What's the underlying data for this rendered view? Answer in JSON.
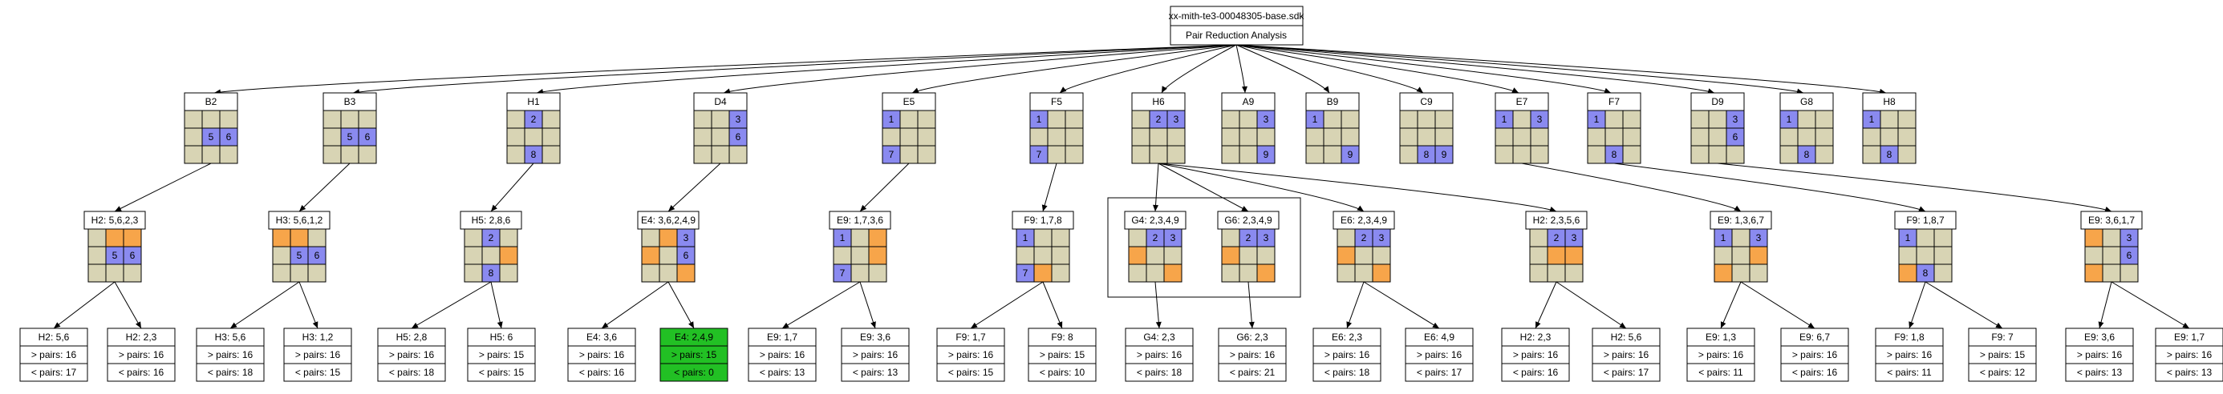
{
  "colors": {
    "cell": "#d8d4b4",
    "digit": "#8a8af0",
    "pair": "#f7a54a",
    "hit": "#22c024",
    "stroke": "#000000"
  },
  "root": {
    "title": "xx-mith-te3-00048305-base.sdk",
    "subtitle": "Pair Reduction Analysis"
  },
  "level1": [
    {
      "id": "B2",
      "label": "B2",
      "cells": [
        "",
        "",
        "",
        "",
        "5",
        "6",
        "",
        "",
        ""
      ]
    },
    {
      "id": "B3",
      "label": "B3",
      "cells": [
        "",
        "",
        "",
        "",
        "5",
        "6",
        "",
        "",
        ""
      ]
    },
    {
      "id": "H1",
      "label": "H1",
      "cells": [
        "",
        "2",
        "",
        "",
        "",
        "",
        "",
        "8",
        ""
      ]
    },
    {
      "id": "D4",
      "label": "D4",
      "cells": [
        "",
        "",
        "3",
        "",
        "",
        "6",
        "",
        "",
        ""
      ]
    },
    {
      "id": "E5",
      "label": "E5",
      "cells": [
        "1",
        "",
        "",
        "",
        "",
        "",
        "7",
        "",
        ""
      ]
    },
    {
      "id": "F5",
      "label": "F5",
      "cells": [
        "1",
        "",
        "",
        "",
        "",
        "",
        "7",
        "",
        ""
      ]
    },
    {
      "id": "H6",
      "label": "H6",
      "cells": [
        "",
        "2",
        "3",
        "",
        "",
        "",
        "",
        "",
        ""
      ]
    },
    {
      "id": "A9",
      "label": "A9",
      "cells": [
        "",
        "",
        "3",
        "",
        "",
        "",
        "",
        "",
        "9"
      ]
    },
    {
      "id": "B9",
      "label": "B9",
      "cells": [
        "1",
        "",
        "",
        "",
        "",
        "",
        "",
        "",
        "9"
      ]
    },
    {
      "id": "C9",
      "label": "C9",
      "cells": [
        "",
        "",
        "",
        "",
        "",
        "",
        "",
        "8",
        "9"
      ]
    },
    {
      "id": "E7",
      "label": "E7",
      "cells": [
        "1",
        "",
        "3",
        "",
        "",
        "",
        "",
        "",
        ""
      ]
    },
    {
      "id": "F7",
      "label": "F7",
      "cells": [
        "1",
        "",
        "",
        "",
        "",
        "",
        "",
        "8",
        ""
      ]
    },
    {
      "id": "D9",
      "label": "D9",
      "cells": [
        "",
        "",
        "3",
        "",
        "",
        "6",
        "",
        "",
        ""
      ]
    },
    {
      "id": "G8",
      "label": "G8",
      "cells": [
        "1",
        "",
        "",
        "",
        "",
        "",
        "",
        "8",
        ""
      ]
    },
    {
      "id": "H8",
      "label": "H8",
      "cells": [
        "1",
        "",
        "",
        "",
        "",
        "",
        "",
        "8",
        ""
      ]
    }
  ],
  "level2": [
    {
      "label": "H2: 5,6,2,3",
      "cells": [
        {
          "t": "",
          "c": "cell"
        },
        {
          "t": "",
          "c": "pair"
        },
        {
          "t": "",
          "c": "pair"
        },
        {
          "t": "",
          "c": "cell"
        },
        {
          "t": "5",
          "c": "digit"
        },
        {
          "t": "6",
          "c": "digit"
        },
        {
          "t": "",
          "c": "cell"
        },
        {
          "t": "",
          "c": "cell"
        },
        {
          "t": "",
          "c": "cell"
        }
      ]
    },
    {
      "label": "H3: 5,6,1,2",
      "cells": [
        {
          "t": "",
          "c": "pair"
        },
        {
          "t": "",
          "c": "pair"
        },
        {
          "t": "",
          "c": "cell"
        },
        {
          "t": "",
          "c": "cell"
        },
        {
          "t": "5",
          "c": "digit"
        },
        {
          "t": "6",
          "c": "digit"
        },
        {
          "t": "",
          "c": "cell"
        },
        {
          "t": "",
          "c": "cell"
        },
        {
          "t": "",
          "c": "cell"
        }
      ]
    },
    {
      "label": "H5: 2,8,6",
      "cells": [
        {
          "t": "",
          "c": "cell"
        },
        {
          "t": "2",
          "c": "digit"
        },
        {
          "t": "",
          "c": "cell"
        },
        {
          "t": "",
          "c": "cell"
        },
        {
          "t": "",
          "c": "cell"
        },
        {
          "t": "",
          "c": "pair"
        },
        {
          "t": "",
          "c": "cell"
        },
        {
          "t": "8",
          "c": "digit"
        },
        {
          "t": "",
          "c": "cell"
        }
      ]
    },
    {
      "label": "E4: 3,6,2,4,9",
      "cells": [
        {
          "t": "",
          "c": "cell"
        },
        {
          "t": "",
          "c": "pair"
        },
        {
          "t": "3",
          "c": "digit"
        },
        {
          "t": "",
          "c": "pair"
        },
        {
          "t": "",
          "c": "cell"
        },
        {
          "t": "6",
          "c": "digit"
        },
        {
          "t": "",
          "c": "cell"
        },
        {
          "t": "",
          "c": "cell"
        },
        {
          "t": "",
          "c": "pair"
        }
      ]
    },
    {
      "label": "E9: 1,7,3,6",
      "cells": [
        {
          "t": "1",
          "c": "digit"
        },
        {
          "t": "",
          "c": "cell"
        },
        {
          "t": "",
          "c": "pair"
        },
        {
          "t": "",
          "c": "cell"
        },
        {
          "t": "",
          "c": "cell"
        },
        {
          "t": "",
          "c": "pair"
        },
        {
          "t": "7",
          "c": "digit"
        },
        {
          "t": "",
          "c": "cell"
        },
        {
          "t": "",
          "c": "cell"
        }
      ]
    },
    {
      "label": "F9: 1,7,8",
      "cells": [
        {
          "t": "1",
          "c": "digit"
        },
        {
          "t": "",
          "c": "cell"
        },
        {
          "t": "",
          "c": "cell"
        },
        {
          "t": "",
          "c": "cell"
        },
        {
          "t": "",
          "c": "cell"
        },
        {
          "t": "",
          "c": "cell"
        },
        {
          "t": "7",
          "c": "digit"
        },
        {
          "t": "",
          "c": "pair"
        },
        {
          "t": "",
          "c": "cell"
        }
      ]
    },
    {
      "label": "G4: 2,3,4,9",
      "cells": [
        {
          "t": "",
          "c": "cell"
        },
        {
          "t": "2",
          "c": "digit"
        },
        {
          "t": "3",
          "c": "digit"
        },
        {
          "t": "",
          "c": "pair"
        },
        {
          "t": "",
          "c": "cell"
        },
        {
          "t": "",
          "c": "cell"
        },
        {
          "t": "",
          "c": "cell"
        },
        {
          "t": "",
          "c": "cell"
        },
        {
          "t": "",
          "c": "pair"
        }
      ]
    },
    {
      "label": "G6: 2,3,4,9",
      "cells": [
        {
          "t": "",
          "c": "cell"
        },
        {
          "t": "2",
          "c": "digit"
        },
        {
          "t": "3",
          "c": "digit"
        },
        {
          "t": "",
          "c": "pair"
        },
        {
          "t": "",
          "c": "cell"
        },
        {
          "t": "",
          "c": "cell"
        },
        {
          "t": "",
          "c": "cell"
        },
        {
          "t": "",
          "c": "cell"
        },
        {
          "t": "",
          "c": "pair"
        }
      ]
    },
    {
      "label": "E6: 2,3,4,9",
      "cells": [
        {
          "t": "",
          "c": "cell"
        },
        {
          "t": "2",
          "c": "digit"
        },
        {
          "t": "3",
          "c": "digit"
        },
        {
          "t": "",
          "c": "pair"
        },
        {
          "t": "",
          "c": "cell"
        },
        {
          "t": "",
          "c": "cell"
        },
        {
          "t": "",
          "c": "cell"
        },
        {
          "t": "",
          "c": "cell"
        },
        {
          "t": "",
          "c": "pair"
        }
      ]
    },
    {
      "label": "H2: 2,3,5,6",
      "cells": [
        {
          "t": "",
          "c": "cell"
        },
        {
          "t": "2",
          "c": "digit"
        },
        {
          "t": "3",
          "c": "digit"
        },
        {
          "t": "",
          "c": "cell"
        },
        {
          "t": "",
          "c": "pair"
        },
        {
          "t": "",
          "c": "pair"
        },
        {
          "t": "",
          "c": "cell"
        },
        {
          "t": "",
          "c": "cell"
        },
        {
          "t": "",
          "c": "cell"
        }
      ]
    },
    {
      "label": "E9: 1,3,6,7",
      "cells": [
        {
          "t": "1",
          "c": "digit"
        },
        {
          "t": "",
          "c": "cell"
        },
        {
          "t": "3",
          "c": "digit"
        },
        {
          "t": "",
          "c": "cell"
        },
        {
          "t": "",
          "c": "cell"
        },
        {
          "t": "",
          "c": "pair"
        },
        {
          "t": "",
          "c": "pair"
        },
        {
          "t": "",
          "c": "cell"
        },
        {
          "t": "",
          "c": "cell"
        }
      ]
    },
    {
      "label": "F9: 1,8,7",
      "cells": [
        {
          "t": "1",
          "c": "digit"
        },
        {
          "t": "",
          "c": "cell"
        },
        {
          "t": "",
          "c": "cell"
        },
        {
          "t": "",
          "c": "cell"
        },
        {
          "t": "",
          "c": "cell"
        },
        {
          "t": "",
          "c": "cell"
        },
        {
          "t": "",
          "c": "pair"
        },
        {
          "t": "8",
          "c": "digit"
        },
        {
          "t": "",
          "c": "cell"
        }
      ]
    },
    {
      "label": "E9: 3,6,1,7",
      "cells": [
        {
          "t": "",
          "c": "pair"
        },
        {
          "t": "",
          "c": "cell"
        },
        {
          "t": "3",
          "c": "digit"
        },
        {
          "t": "",
          "c": "cell"
        },
        {
          "t": "",
          "c": "cell"
        },
        {
          "t": "6",
          "c": "digit"
        },
        {
          "t": "",
          "c": "pair"
        },
        {
          "t": "",
          "c": "cell"
        },
        {
          "t": "",
          "c": "cell"
        }
      ]
    }
  ],
  "leaves": [
    {
      "label": "H2: 5,6",
      "more": "> pairs: 16",
      "less": "< pairs: 17",
      "hit": false
    },
    {
      "label": "H2: 2,3",
      "more": "> pairs: 16",
      "less": "< pairs: 16",
      "hit": false
    },
    {
      "label": "H3: 5,6",
      "more": "> pairs: 16",
      "less": "< pairs: 18",
      "hit": false
    },
    {
      "label": "H3: 1,2",
      "more": "> pairs: 16",
      "less": "< pairs: 15",
      "hit": false
    },
    {
      "label": "H5: 2,8",
      "more": "> pairs: 16",
      "less": "< pairs: 18",
      "hit": false
    },
    {
      "label": "H5: 6",
      "more": "> pairs: 15",
      "less": "< pairs: 15",
      "hit": false
    },
    {
      "label": "E4: 3,6",
      "more": "> pairs: 16",
      "less": "< pairs: 16",
      "hit": false
    },
    {
      "label": "E4: 2,4,9",
      "more": "> pairs: 15",
      "less": "< pairs: 0",
      "hit": true
    },
    {
      "label": "E9: 1,7",
      "more": "> pairs: 16",
      "less": "< pairs: 13",
      "hit": false
    },
    {
      "label": "E9: 3,6",
      "more": "> pairs: 16",
      "less": "< pairs: 13",
      "hit": false
    },
    {
      "label": "F9: 1,7",
      "more": "> pairs: 16",
      "less": "< pairs: 15",
      "hit": false
    },
    {
      "label": "F9: 8",
      "more": "> pairs: 15",
      "less": "< pairs: 10",
      "hit": false
    },
    {
      "label": "G4: 2,3",
      "more": "> pairs: 16",
      "less": "< pairs: 18",
      "hit": false
    },
    {
      "label": "G6: 2,3",
      "more": "> pairs: 16",
      "less": "< pairs: 21",
      "hit": false
    },
    {
      "label": "E6: 2,3",
      "more": "> pairs: 16",
      "less": "< pairs: 18",
      "hit": false
    },
    {
      "label": "E6: 4,9",
      "more": "> pairs: 16",
      "less": "< pairs: 17",
      "hit": false
    },
    {
      "label": "H2: 2,3",
      "more": "> pairs: 16",
      "less": "< pairs: 16",
      "hit": false
    },
    {
      "label": "H2: 5,6",
      "more": "> pairs: 16",
      "less": "< pairs: 17",
      "hit": false
    },
    {
      "label": "E9: 1,3",
      "more": "> pairs: 16",
      "less": "< pairs: 11",
      "hit": false
    },
    {
      "label": "E9: 6,7",
      "more": "> pairs: 16",
      "less": "< pairs: 16",
      "hit": false
    },
    {
      "label": "F9: 1,8",
      "more": "> pairs: 16",
      "less": "< pairs: 11",
      "hit": false
    },
    {
      "label": "F9: 7",
      "more": "> pairs: 15",
      "less": "< pairs: 12",
      "hit": false
    },
    {
      "label": "E9: 3,6",
      "more": "> pairs: 16",
      "less": "< pairs: 13",
      "hit": false
    },
    {
      "label": "E9: 1,7",
      "more": "> pairs: 16",
      "less": "< pairs: 13",
      "hit": false
    }
  ]
}
